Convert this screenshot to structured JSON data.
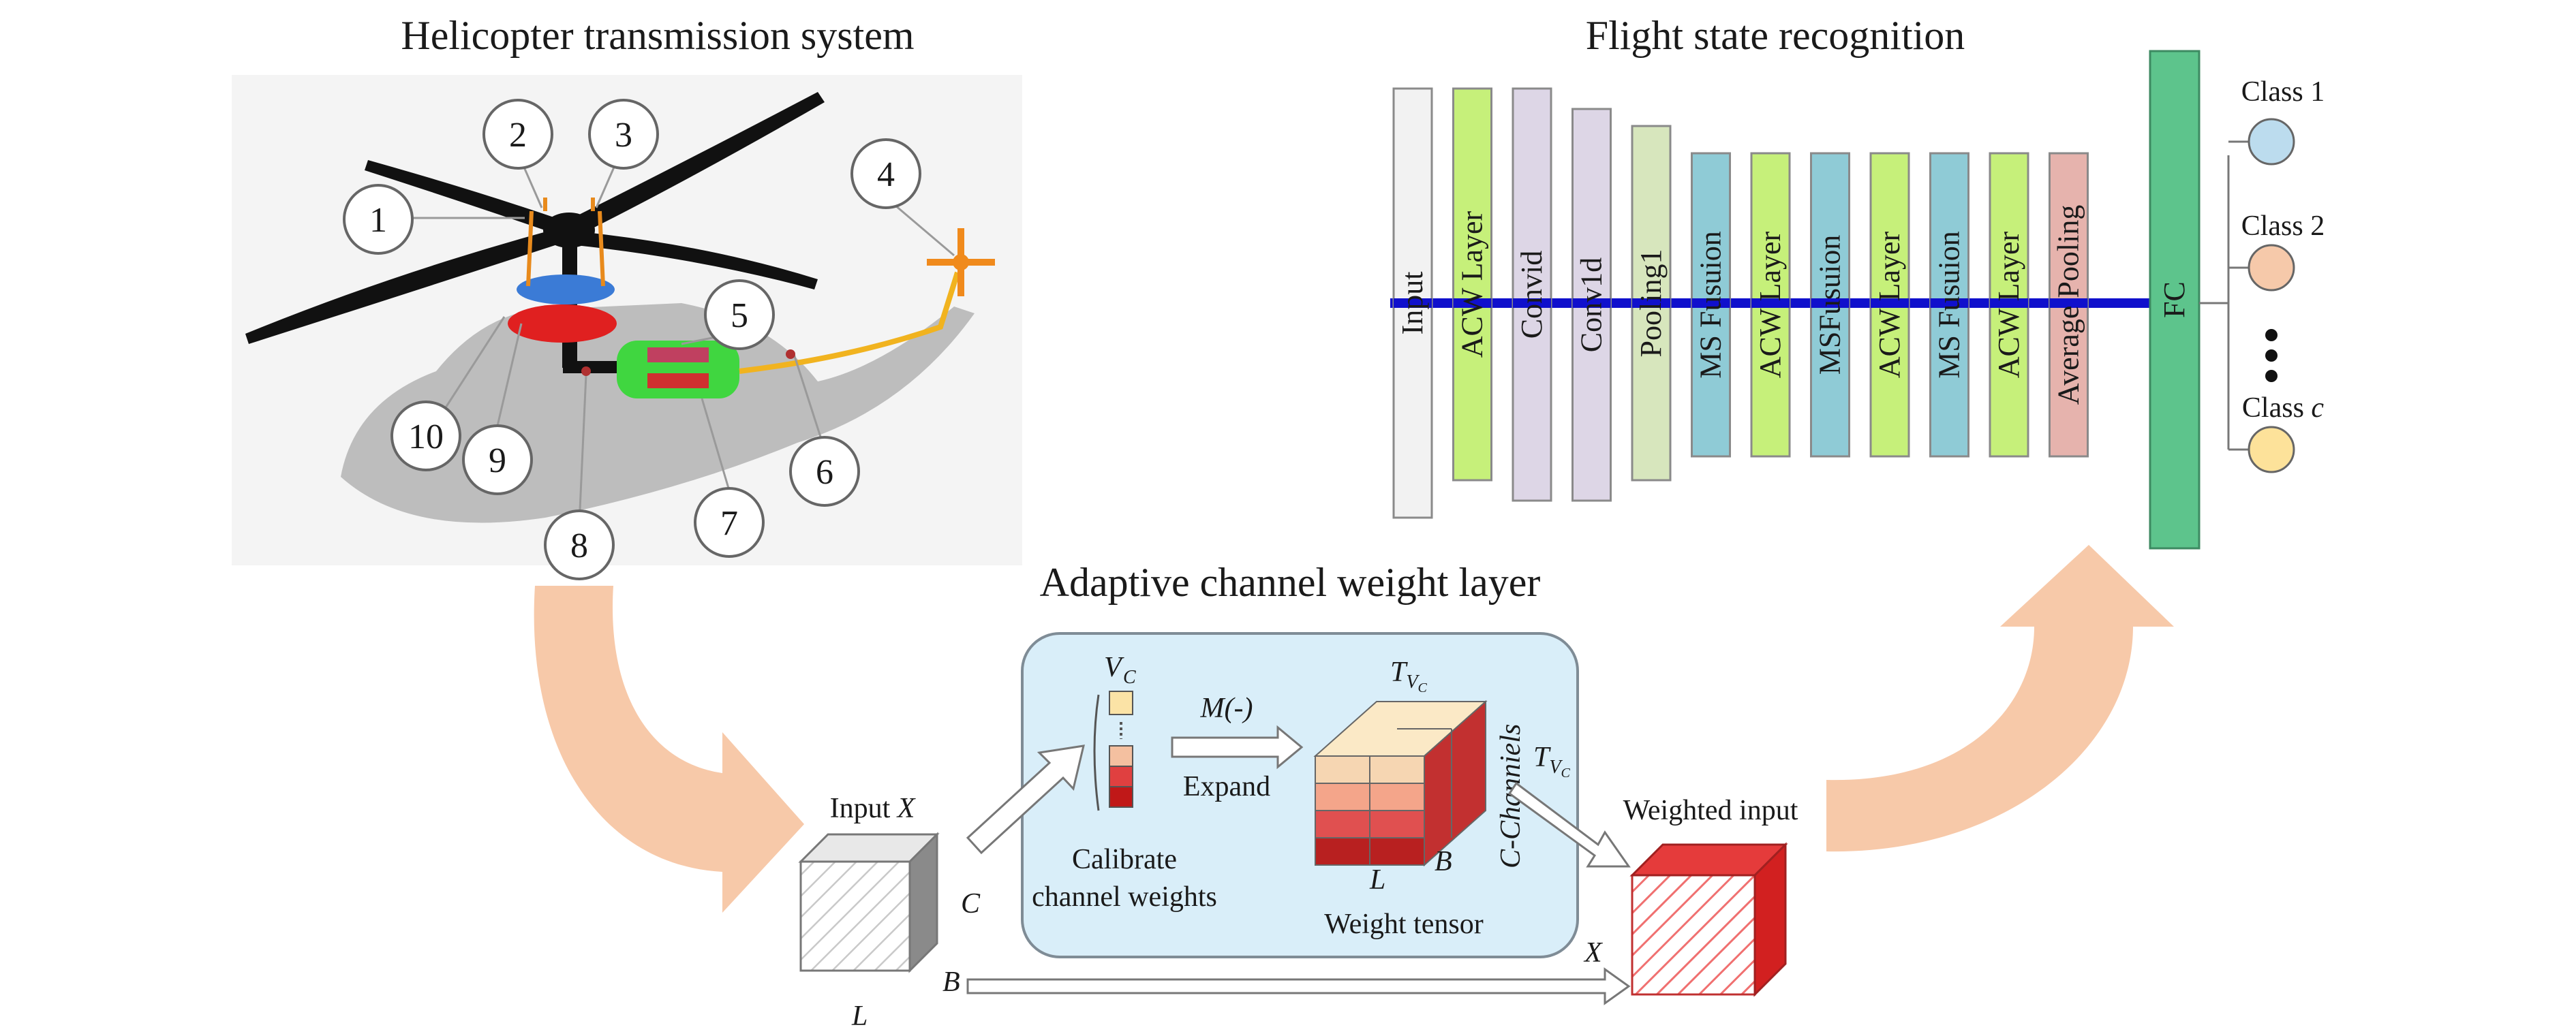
{
  "helicopter_panel": {
    "title": "Helicopter transmission system",
    "callouts": [
      "1",
      "2",
      "3",
      "4",
      "5",
      "6",
      "7",
      "8",
      "9",
      "10"
    ]
  },
  "recognition_panel": {
    "title": "Flight state recognition",
    "layers": [
      {
        "label": "Input",
        "color": "#f2f2f2"
      },
      {
        "label": "ACW Layer",
        "color": "#c6f07a"
      },
      {
        "label": "Convid",
        "color": "#ddd6e6"
      },
      {
        "label": "Conv1d",
        "color": "#ddd6e6"
      },
      {
        "label": "Pooling1",
        "color": "#d7e6bd"
      },
      {
        "label": "MS Fusuion",
        "color": "#8fcbd6"
      },
      {
        "label": "ACW Layer",
        "color": "#c6f07a"
      },
      {
        "label": "MSFusuion",
        "color": "#8fcbd6"
      },
      {
        "label": "ACW Layer",
        "color": "#c6f07a"
      },
      {
        "label": "MS Fusuion",
        "color": "#8fcbd6"
      },
      {
        "label": "ACW Layer",
        "color": "#c6f07a"
      },
      {
        "label": "Average Pooling",
        "color": "#e6b3ad"
      }
    ],
    "fc_label": "FC",
    "classes": [
      {
        "label": "Class 1",
        "color": "#bcdcee"
      },
      {
        "label": "Class 2",
        "color": "#f6c9aa"
      },
      {
        "label": "Class ",
        "var": "c",
        "color": "#fde29a"
      }
    ]
  },
  "acw_panel": {
    "title": "Adaptive channel weight layer",
    "input_label": "Input ",
    "input_var": "X",
    "dim_c": "C",
    "dim_b": "B",
    "dim_l": "L",
    "vc_label": "V",
    "vc_sub": "C",
    "m_label": "M(-)",
    "expand_label": "Expand",
    "calibrate_line1": "Calibrate",
    "calibrate_line2": "channel weights",
    "t_label": "T",
    "t_sub": "V",
    "t_subsub": "C",
    "c_channels": "C-Channiels",
    "tensor_l": "L",
    "tensor_b": "B",
    "weight_tensor": "Weight tensor",
    "weighted_input": "Weighted input",
    "x_label": "X"
  },
  "colors": {
    "layer_line": "#1010cc",
    "panel_fill": "#d9eef9",
    "flow_arrow": "#f7c9a9",
    "fc": "#5dc48c",
    "weighted_red": "#e53b3b"
  }
}
